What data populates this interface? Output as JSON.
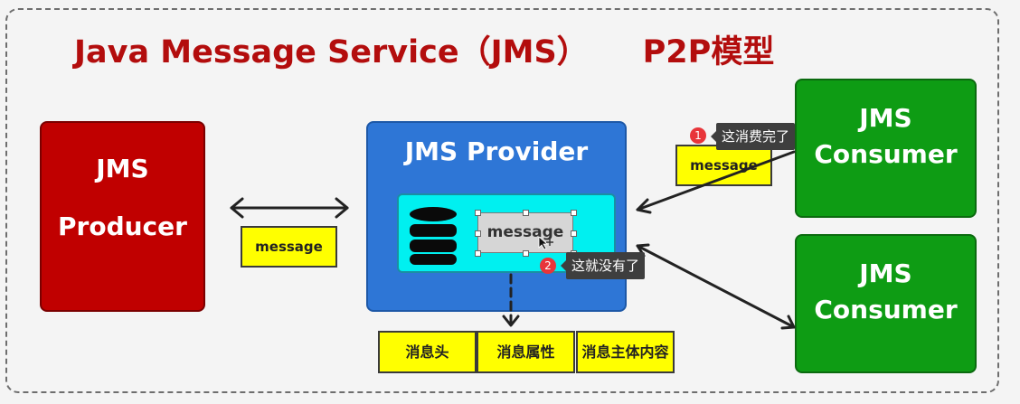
{
  "diagram": {
    "title": "Java Message Service（JMS）",
    "title_model": "P2P模型",
    "producer": {
      "line1": "JMS",
      "line2": "Producer"
    },
    "provider": {
      "title": "JMS Provider",
      "message": "message"
    },
    "consumers": [
      {
        "line1": "JMS",
        "line2": "Consumer"
      },
      {
        "line1": "JMS",
        "line2": "Consumer"
      }
    ],
    "message_label": "message",
    "consumer_message_label": "message",
    "parts": [
      "消息头",
      "消息属性",
      "消息主体内容"
    ]
  },
  "annotations": [
    {
      "number": "1",
      "text": "这消费完了"
    },
    {
      "number": "2",
      "text": "这就没有了"
    }
  ],
  "colors": {
    "title": "#b30d0d",
    "producer": "#c00000",
    "provider": "#2e76d6",
    "provider_inner": "#00f0f0",
    "consumer": "#0e9c14",
    "message_box": "#ffff00"
  },
  "icons": {
    "storage": "database-icon"
  }
}
